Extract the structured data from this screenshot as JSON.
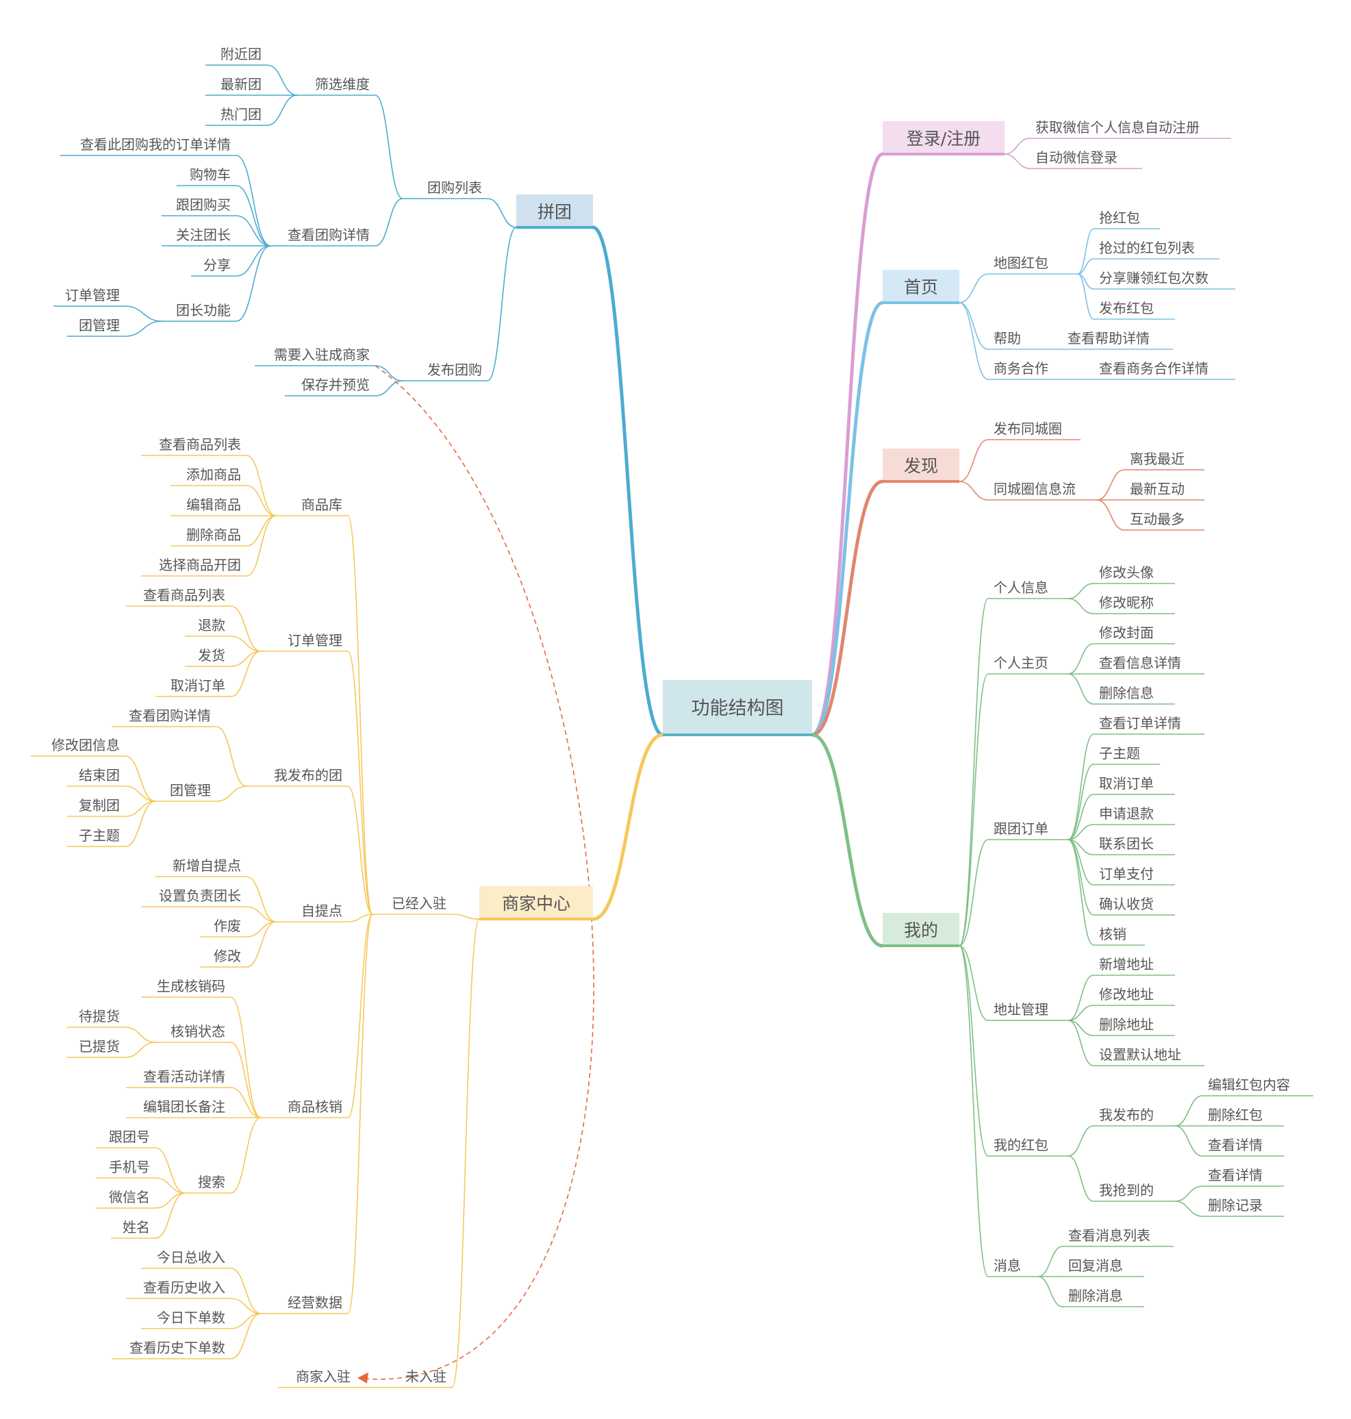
{
  "root": "功能结构图",
  "colors": {
    "pin": "#4cacd0",
    "merchant": "#f7c75a",
    "login": "#d89fd2",
    "home": "#7cc1e8",
    "discover": "#e0876e",
    "mine": "#7fbf86",
    "cross_link": "#e8683e",
    "text": "#555555"
  },
  "branches": {
    "pin": {
      "label": "拼团",
      "children": [
        {
          "label": "团购列表",
          "children": [
            {
              "label": "筛选维度",
              "children": [
                {
                  "label": "附近团"
                },
                {
                  "label": "最新团"
                },
                {
                  "label": "热门团"
                }
              ]
            },
            {
              "label": "查看团购详情",
              "children": [
                {
                  "label": "查看此团购我的订单详情"
                },
                {
                  "label": "购物车"
                },
                {
                  "label": "跟团购买"
                },
                {
                  "label": "关注团长"
                },
                {
                  "label": "分享"
                },
                {
                  "label": "团长功能",
                  "children": [
                    {
                      "label": "订单管理"
                    },
                    {
                      "label": "团管理"
                    }
                  ]
                }
              ]
            }
          ]
        },
        {
          "label": "发布团购",
          "children": [
            {
              "label": "需要入驻成商家"
            },
            {
              "label": "保存并预览"
            }
          ]
        }
      ]
    },
    "merchant": {
      "label": "商家中心",
      "children": [
        {
          "label": "已经入驻",
          "children": [
            {
              "label": "商品库",
              "children": [
                {
                  "label": "查看商品列表"
                },
                {
                  "label": "添加商品"
                },
                {
                  "label": "编辑商品"
                },
                {
                  "label": "删除商品"
                },
                {
                  "label": "选择商品开团"
                }
              ]
            },
            {
              "label": "订单管理",
              "children": [
                {
                  "label": "查看商品列表"
                },
                {
                  "label": "退款"
                },
                {
                  "label": "发货"
                },
                {
                  "label": "取消订单"
                }
              ]
            },
            {
              "label": "我发布的团",
              "children": [
                {
                  "label": "查看团购详情"
                },
                {
                  "label": "团管理",
                  "children": [
                    {
                      "label": "修改团信息"
                    },
                    {
                      "label": "结束团"
                    },
                    {
                      "label": "复制团"
                    },
                    {
                      "label": "子主题"
                    }
                  ]
                }
              ]
            },
            {
              "label": "自提点",
              "children": [
                {
                  "label": "新增自提点"
                },
                {
                  "label": "设置负责团长"
                },
                {
                  "label": "作废"
                },
                {
                  "label": "修改"
                }
              ]
            },
            {
              "label": "商品核销",
              "children": [
                {
                  "label": "生成核销码"
                },
                {
                  "label": "核销状态",
                  "children": [
                    {
                      "label": "待提货"
                    },
                    {
                      "label": "已提货"
                    }
                  ]
                },
                {
                  "label": "查看活动详情"
                },
                {
                  "label": "编辑团长备注"
                },
                {
                  "label": "搜索",
                  "children": [
                    {
                      "label": "跟团号"
                    },
                    {
                      "label": "手机号"
                    },
                    {
                      "label": "微信名"
                    },
                    {
                      "label": "姓名"
                    }
                  ]
                }
              ]
            },
            {
              "label": "经营数据",
              "children": [
                {
                  "label": "今日总收入"
                },
                {
                  "label": "查看历史收入"
                },
                {
                  "label": "今日下单数"
                },
                {
                  "label": "查看历史下单数"
                }
              ]
            }
          ]
        },
        {
          "label": "未入驻",
          "children": [
            {
              "label": "商家入驻"
            }
          ]
        }
      ]
    },
    "login": {
      "label": "登录/注册",
      "children": [
        {
          "label": "获取微信个人信息自动注册"
        },
        {
          "label": "自动微信登录"
        }
      ]
    },
    "home": {
      "label": "首页",
      "children": [
        {
          "label": "地图红包",
          "children": [
            {
              "label": "抢红包"
            },
            {
              "label": "抢过的红包列表"
            },
            {
              "label": "分享赚领红包次数"
            },
            {
              "label": "发布红包"
            }
          ]
        },
        {
          "label": "帮助",
          "children": [
            {
              "label": "查看帮助详情"
            }
          ]
        },
        {
          "label": "商务合作",
          "children": [
            {
              "label": "查看商务合作详情"
            }
          ]
        }
      ]
    },
    "discover": {
      "label": "发现",
      "children": [
        {
          "label": "发布同城圈"
        },
        {
          "label": "同城圈信息流",
          "children": [
            {
              "label": "离我最近"
            },
            {
              "label": "最新互动"
            },
            {
              "label": "互动最多"
            }
          ]
        }
      ]
    },
    "mine": {
      "label": "我的",
      "children": [
        {
          "label": "个人信息",
          "children": [
            {
              "label": "修改头像"
            },
            {
              "label": "修改昵称"
            }
          ]
        },
        {
          "label": "个人主页",
          "children": [
            {
              "label": "修改封面"
            },
            {
              "label": "查看信息详情"
            },
            {
              "label": "删除信息"
            }
          ]
        },
        {
          "label": "跟团订单",
          "children": [
            {
              "label": "查看订单详情"
            },
            {
              "label": "子主题"
            },
            {
              "label": "取消订单"
            },
            {
              "label": "申请退款"
            },
            {
              "label": "联系团长"
            },
            {
              "label": "订单支付"
            },
            {
              "label": "确认收货"
            },
            {
              "label": "核销"
            }
          ]
        },
        {
          "label": "地址管理",
          "children": [
            {
              "label": "新增地址"
            },
            {
              "label": "修改地址"
            },
            {
              "label": "删除地址"
            },
            {
              "label": "设置默认地址"
            }
          ]
        },
        {
          "label": "我的红包",
          "children": [
            {
              "label": "我发布的",
              "children": [
                {
                  "label": "编辑红包内容"
                },
                {
                  "label": "删除红包"
                },
                {
                  "label": "查看详情"
                }
              ]
            },
            {
              "label": "我抢到的",
              "children": [
                {
                  "label": "查看详情"
                },
                {
                  "label": "删除记录"
                }
              ]
            }
          ]
        },
        {
          "label": "消息",
          "children": [
            {
              "label": "查看消息列表"
            },
            {
              "label": "回复消息"
            },
            {
              "label": "删除消息"
            }
          ]
        }
      ]
    }
  }
}
